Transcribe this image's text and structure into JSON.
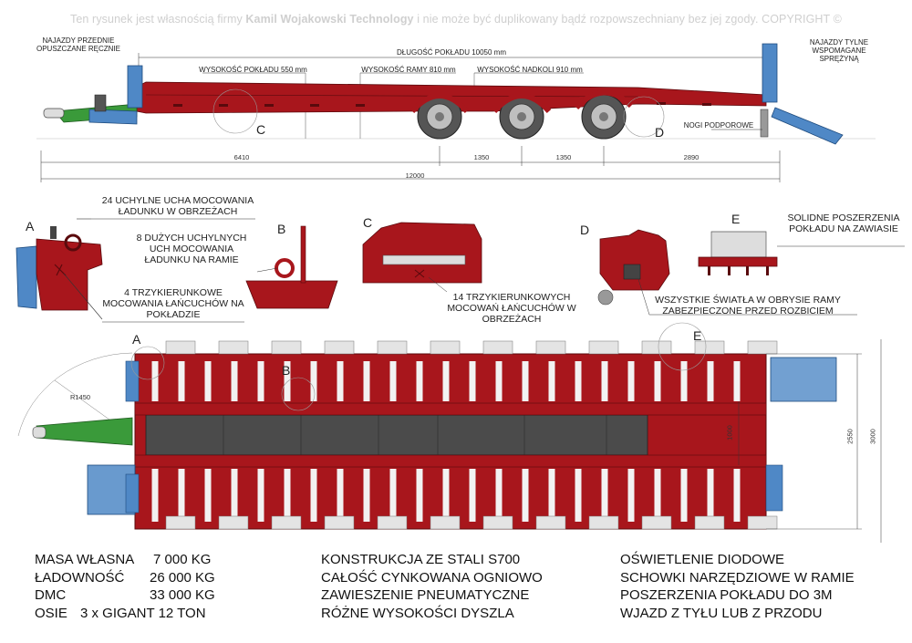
{
  "header": {
    "copyright_pre": "Ten rysunek jest własnością firmy",
    "copyright_company": "Kamil Wojakowski Technology",
    "copyright_post": "i nie może być duplikowany bądź rozpowszechniany bez jej zgody. COPYRIGHT ©"
  },
  "side_view": {
    "front_ramps_label": "NAJAZDY PRZEDNIE OPUSZCZANE RĘCZNIE",
    "rear_ramps_label": "NAJAZDY TYLNE WSPOMAGANE SPRĘŻYNĄ",
    "deck_length": "DŁUGOŚĆ POKŁADU 10050 mm",
    "deck_height": "WYSOKOŚĆ POKŁADU 550 mm",
    "frame_height": "WYSOKOŚĆ RAMY 810 mm",
    "wheel_arch_height": "WYSOKOŚĆ NADKOLI 910 mm",
    "support_legs": "NOGI PODPOROWE",
    "detail_c": "C",
    "detail_d": "D",
    "dims": [
      "6410",
      "1350",
      "1350",
      "2890"
    ],
    "total_length": "12000"
  },
  "details": {
    "a_letter": "A",
    "a_text_top": "24 UCHYLNE UCHA MOCOWANIA ŁADUNKU W OBRZEŻACH",
    "a_text_bottom": "4 TRZYKIERUNKOWE MOCOWANIA ŁAŃCUCHÓW NA POKŁADZIE",
    "b_letter": "B",
    "b_text": "8 DUŻYCH UCHYLNYCH UCH MOCOWANIA ŁADUNKU NA RAMIE",
    "c_letter": "C",
    "c_text": "14 TRZYKIERUNKOWYCH MOCOWAŃ ŁAŃCUCHÓW W OBRZEŻACH",
    "d_letter": "D",
    "d_text": "WSZYSTKIE ŚWIATŁA W OBRYSIE RAMY ZABEZPIECZONE PRZED ROZBICIEM",
    "e_letter": "E",
    "e_text": "SOLIDNE POSZERZENIA POKŁADU NA ZAWIASIE"
  },
  "top_view": {
    "radius": "R1450",
    "marker_a": "A",
    "marker_b": "B",
    "marker_e": "E",
    "inner_width": "1000",
    "deck_width": "2550",
    "max_width": "3000"
  },
  "specs": {
    "col1": [
      {
        "k": "MASA WŁASNA",
        "v": "7 000 KG"
      },
      {
        "k": "ŁADOWNOŚĆ",
        "v": "26 000 KG"
      },
      {
        "k": "DMC",
        "v": "33 000 KG"
      },
      {
        "k": "OSIE",
        "v": "3 x  GIGANT 12 TON"
      }
    ],
    "col2": [
      "KONSTRUKCJA ZE STALI S700",
      "CAŁOŚĆ CYNKOWANA OGNIOWO",
      "ZAWIESZENIE PNEUMATYCZNE",
      "RÓŻNE WYSOKOŚCI DYSZLA"
    ],
    "col3": [
      "OŚWIETLENIE DIODOWE",
      "SCHOWKI NARZĘDZIOWE W RAMIE",
      "POSZERZENIA POKŁADU DO 3M",
      "WJAZD Z TYŁU LUB Z PRZODU"
    ]
  },
  "colors": {
    "frame_red": "#a8161c",
    "ramp_blue": "#4f88c6",
    "drawbar_green": "#3a9a3a",
    "deck_dark": "#4b4b4b",
    "wheel_gray": "#9a9a9a"
  }
}
